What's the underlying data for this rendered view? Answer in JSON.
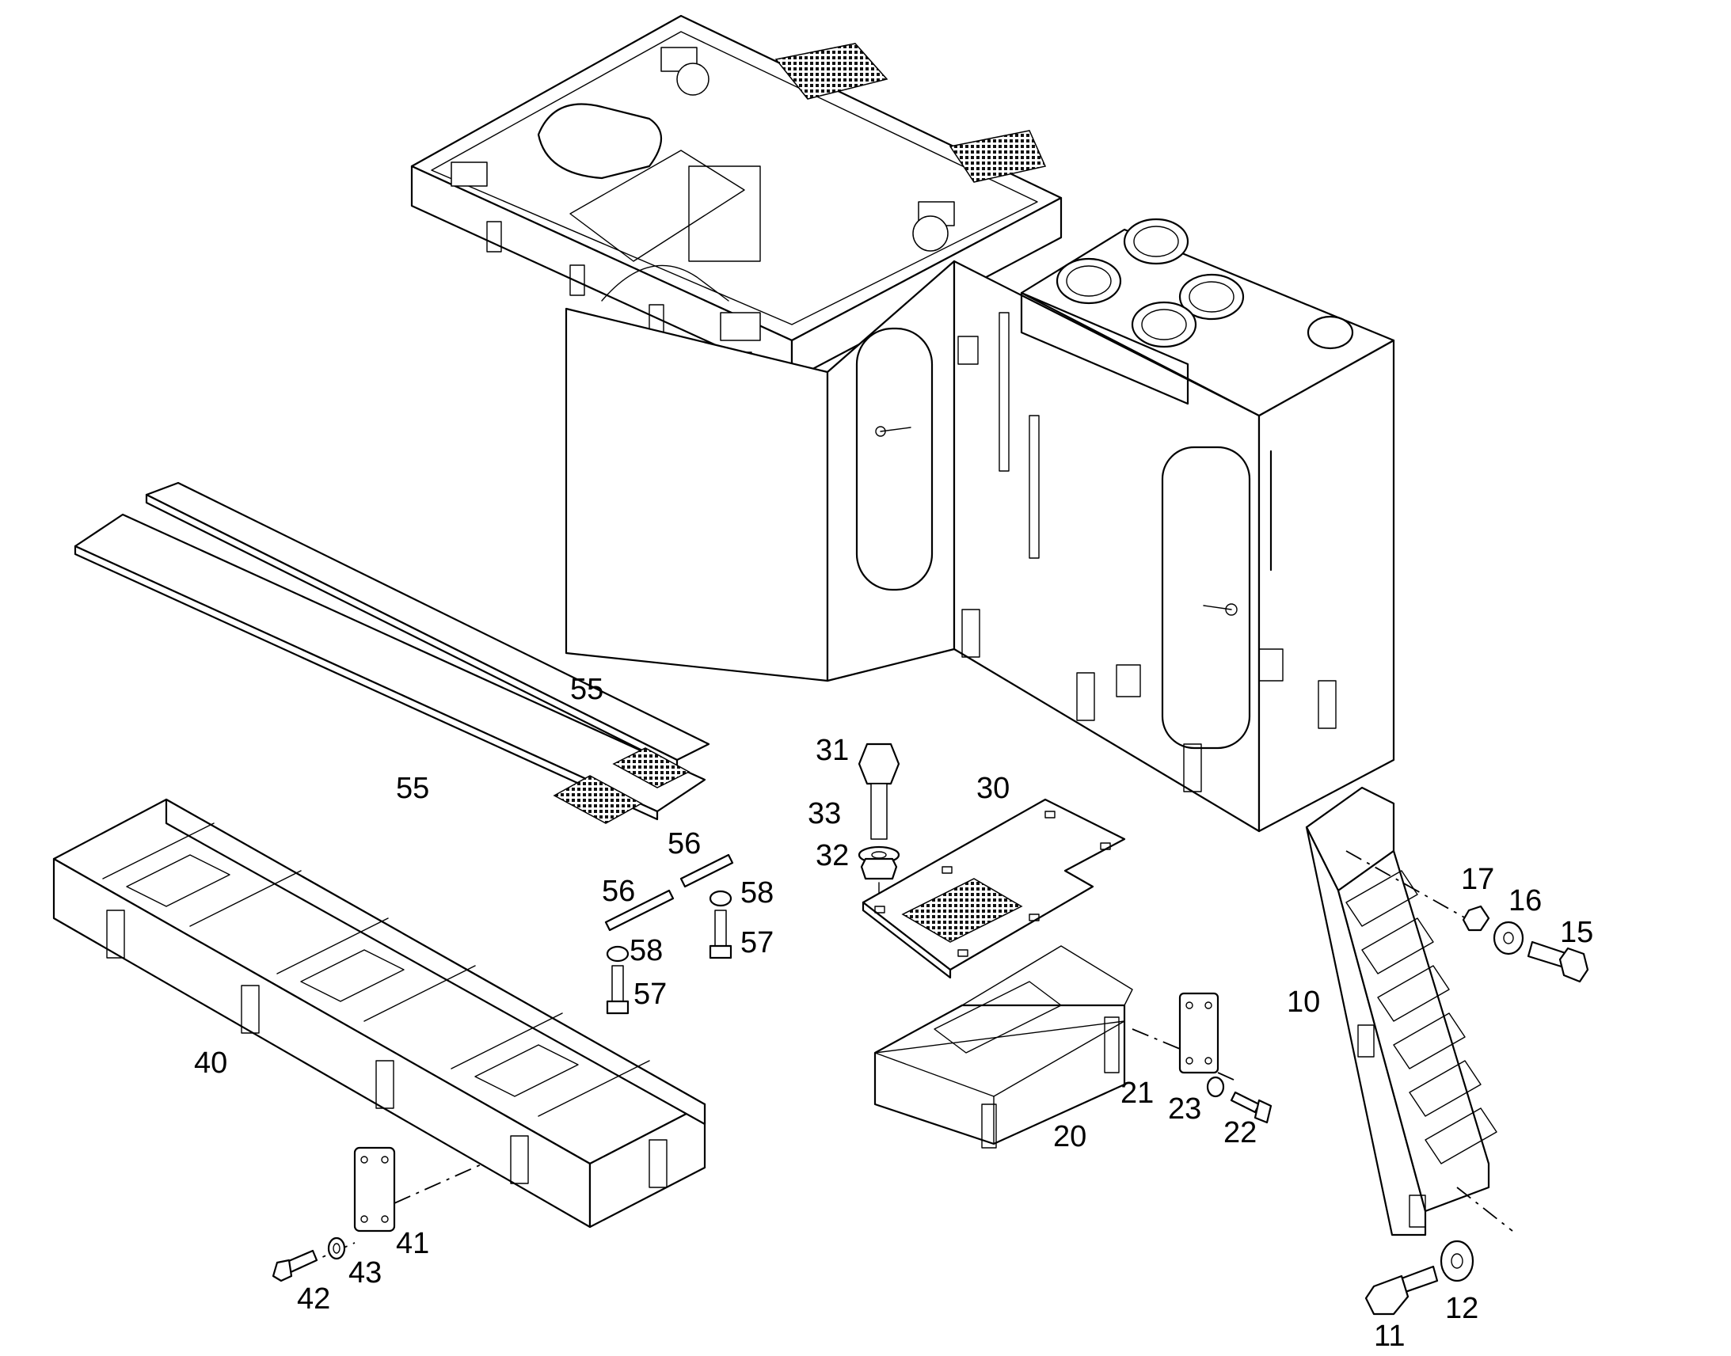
{
  "callouts": {
    "c10": "10",
    "c11": "11",
    "c12": "12",
    "c15": "15",
    "c16": "16",
    "c17": "17",
    "c20": "20",
    "c21": "21",
    "c22": "22",
    "c23": "23",
    "c30": "30",
    "c31": "31",
    "c32": "32",
    "c33": "33",
    "c40": "40",
    "c41": "41",
    "c42": "42",
    "c43": "43",
    "c55a": "55",
    "c55b": "55",
    "c56a": "56",
    "c56b": "56",
    "c57a": "57",
    "c57b": "57",
    "c58a": "58",
    "c58b": "58"
  }
}
